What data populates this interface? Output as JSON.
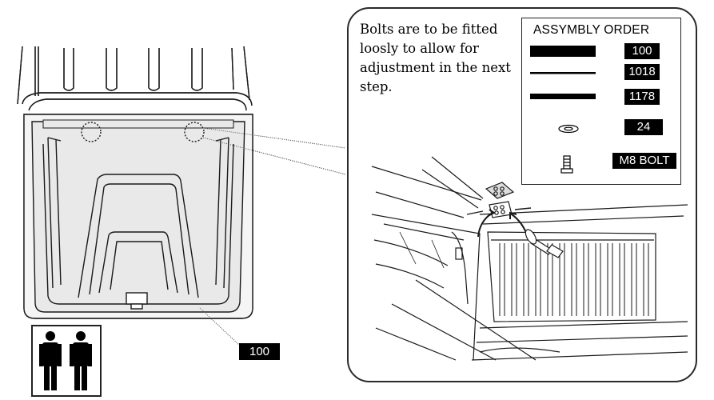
{
  "note": {
    "text": "Bolts are to be fitted loosly to allow for adjustment in the next step."
  },
  "assembly_order": {
    "title": "ASSYMBLY ORDER",
    "items": [
      {
        "part": "bar-thick",
        "code": "100"
      },
      {
        "part": "bar-thin",
        "code": "1018"
      },
      {
        "part": "bar-medium",
        "code": "1178"
      },
      {
        "part": "washer-icon",
        "code": "24"
      },
      {
        "part": "bolt-icon",
        "code": "M8 BOLT"
      }
    ]
  },
  "callout": {
    "code": "100"
  },
  "people_icon": {
    "persons": 2
  },
  "colors": {
    "line": "#1a1a1a",
    "panel_fill": "#e9e9e9",
    "label_bg": "#000000",
    "label_text": "#ffffff"
  }
}
